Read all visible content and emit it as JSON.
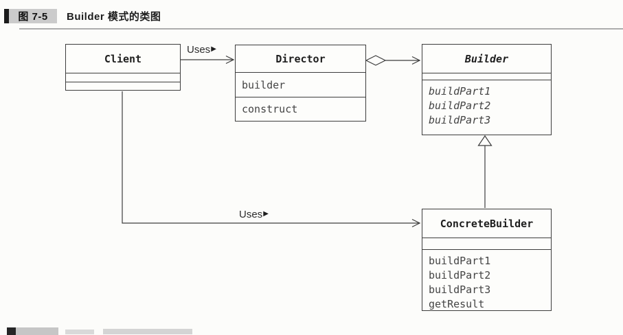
{
  "figure": {
    "label": "图 7-5",
    "title": "Builder 模式的类图"
  },
  "diagram": {
    "classes": [
      {
        "name": "Client",
        "abstract": false,
        "attributes": [],
        "methods": []
      },
      {
        "name": "Director",
        "abstract": false,
        "attributes": [
          "builder"
        ],
        "methods": [
          "construct"
        ]
      },
      {
        "name": "Builder",
        "abstract": true,
        "attributes": [],
        "methods": [
          "buildPart1",
          "buildPart2",
          "buildPart3"
        ]
      },
      {
        "name": "ConcreteBuilder",
        "abstract": false,
        "attributes": [],
        "methods": [
          "buildPart1",
          "buildPart2",
          "buildPart3",
          "getResult"
        ]
      }
    ],
    "relations": [
      {
        "type": "dependency",
        "from": "Client",
        "to": "Director",
        "label": "Uses",
        "direction_icon": "▶"
      },
      {
        "type": "aggregation",
        "from": "Director",
        "to": "Builder",
        "label": ""
      },
      {
        "type": "generalization",
        "from": "ConcreteBuilder",
        "to": "Builder",
        "label": ""
      },
      {
        "type": "dependency",
        "from": "Client",
        "to": "ConcreteBuilder",
        "label": "Uses",
        "direction_icon": "▶"
      }
    ]
  },
  "colors": {
    "line": "#3c3c3c",
    "caption_label_bg": "#cbcbcb",
    "rule": "#acacac"
  }
}
